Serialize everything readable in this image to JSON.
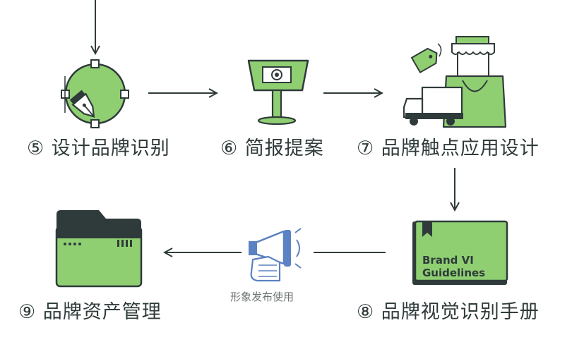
{
  "steps": {
    "s5": "⑤ 设计品牌识别",
    "s6": "⑥ 简报提案",
    "s7": "⑦ 品牌触点应用设计",
    "s8": "⑧ 品牌视觉识别手册",
    "s9": "⑨ 品牌资产管理"
  },
  "connector_label": "形象发布使用",
  "manual_text": {
    "line1": "Brand VI",
    "line2": "Guidelines"
  },
  "colors": {
    "green": "#8fcf72",
    "dark": "#2f3b3a",
    "blue": "#5b82c2",
    "arrow": "#2f3b3a"
  }
}
